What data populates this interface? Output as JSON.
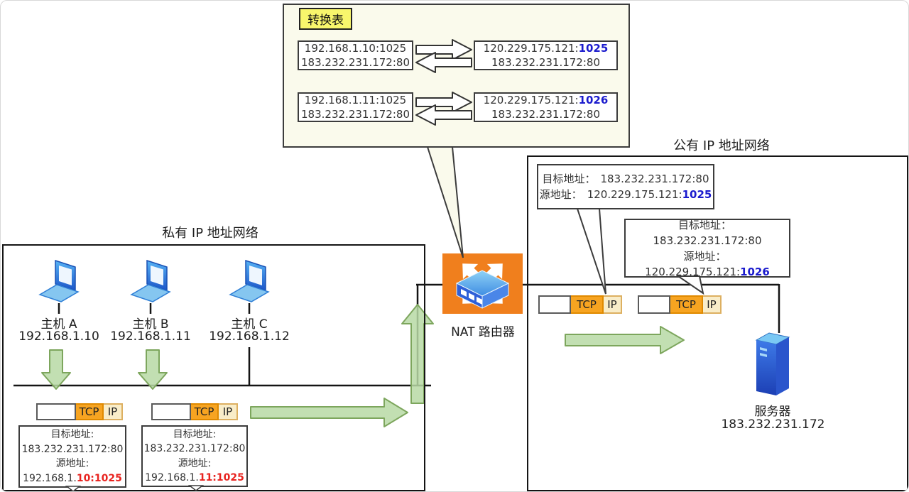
{
  "translation_table": {
    "title": "转换表",
    "rows": [
      {
        "left": [
          "192.168.1.10:1025",
          "183.232.231.172:80"
        ],
        "right_prefix": "120.229.175.121:",
        "right_port": "1025",
        "right_line2": "183.232.231.172:80"
      },
      {
        "left": [
          "192.168.1.11:1025",
          "183.232.231.172:80"
        ],
        "right_prefix": "120.229.175.121:",
        "right_port": "1026",
        "right_line2": "183.232.231.172:80"
      }
    ]
  },
  "private_network": {
    "label": "私有 IP 地址网络",
    "hosts": [
      {
        "name": "主机 A",
        "ip": "192.168.1.10"
      },
      {
        "name": "主机 B",
        "ip": "192.168.1.11"
      },
      {
        "name": "主机 C",
        "ip": "192.168.1.12"
      }
    ],
    "callouts": [
      {
        "dest_label": "目标地址:",
        "dest": "183.232.231.172:80",
        "src_label": "源地址:",
        "src_prefix": "192.168.1.",
        "src_highlight": "10:1025"
      },
      {
        "dest_label": "目标地址:",
        "dest": "183.232.231.172:80",
        "src_label": "源地址:",
        "src_prefix": "192.168.1.",
        "src_highlight": "11:1025"
      }
    ]
  },
  "router": {
    "label": "NAT 路由器"
  },
  "public_network": {
    "label": "公有 IP 地址网络",
    "callouts": [
      {
        "dest_label": "目标地址：",
        "dest": "183.232.231.172:80",
        "src_label": "源地址：",
        "src_prefix": "120.229.175.121:",
        "src_highlight": "1025"
      },
      {
        "dest_label": "目标地址：",
        "dest": "183.232.231.172:80",
        "src_label": "源地址：",
        "src_prefix": "120.229.175.121:",
        "src_highlight": "1026"
      }
    ],
    "server": {
      "name": "服务器",
      "ip": "183.232.231.172"
    }
  },
  "packet": {
    "tcp": "TCP",
    "ip": "IP"
  },
  "colors": {
    "router_orange": "#f07f1d",
    "tcp_orange": "#f7a421",
    "ip_cream": "#f9edc9",
    "green_arrow": "#b7d9a4",
    "green_arrow_border": "#7da65d",
    "highlight_blue": "#1b1bcd",
    "highlight_red": "#e8231f",
    "table_bg": "#fafaec",
    "title_yellow": "#f8f66c"
  }
}
